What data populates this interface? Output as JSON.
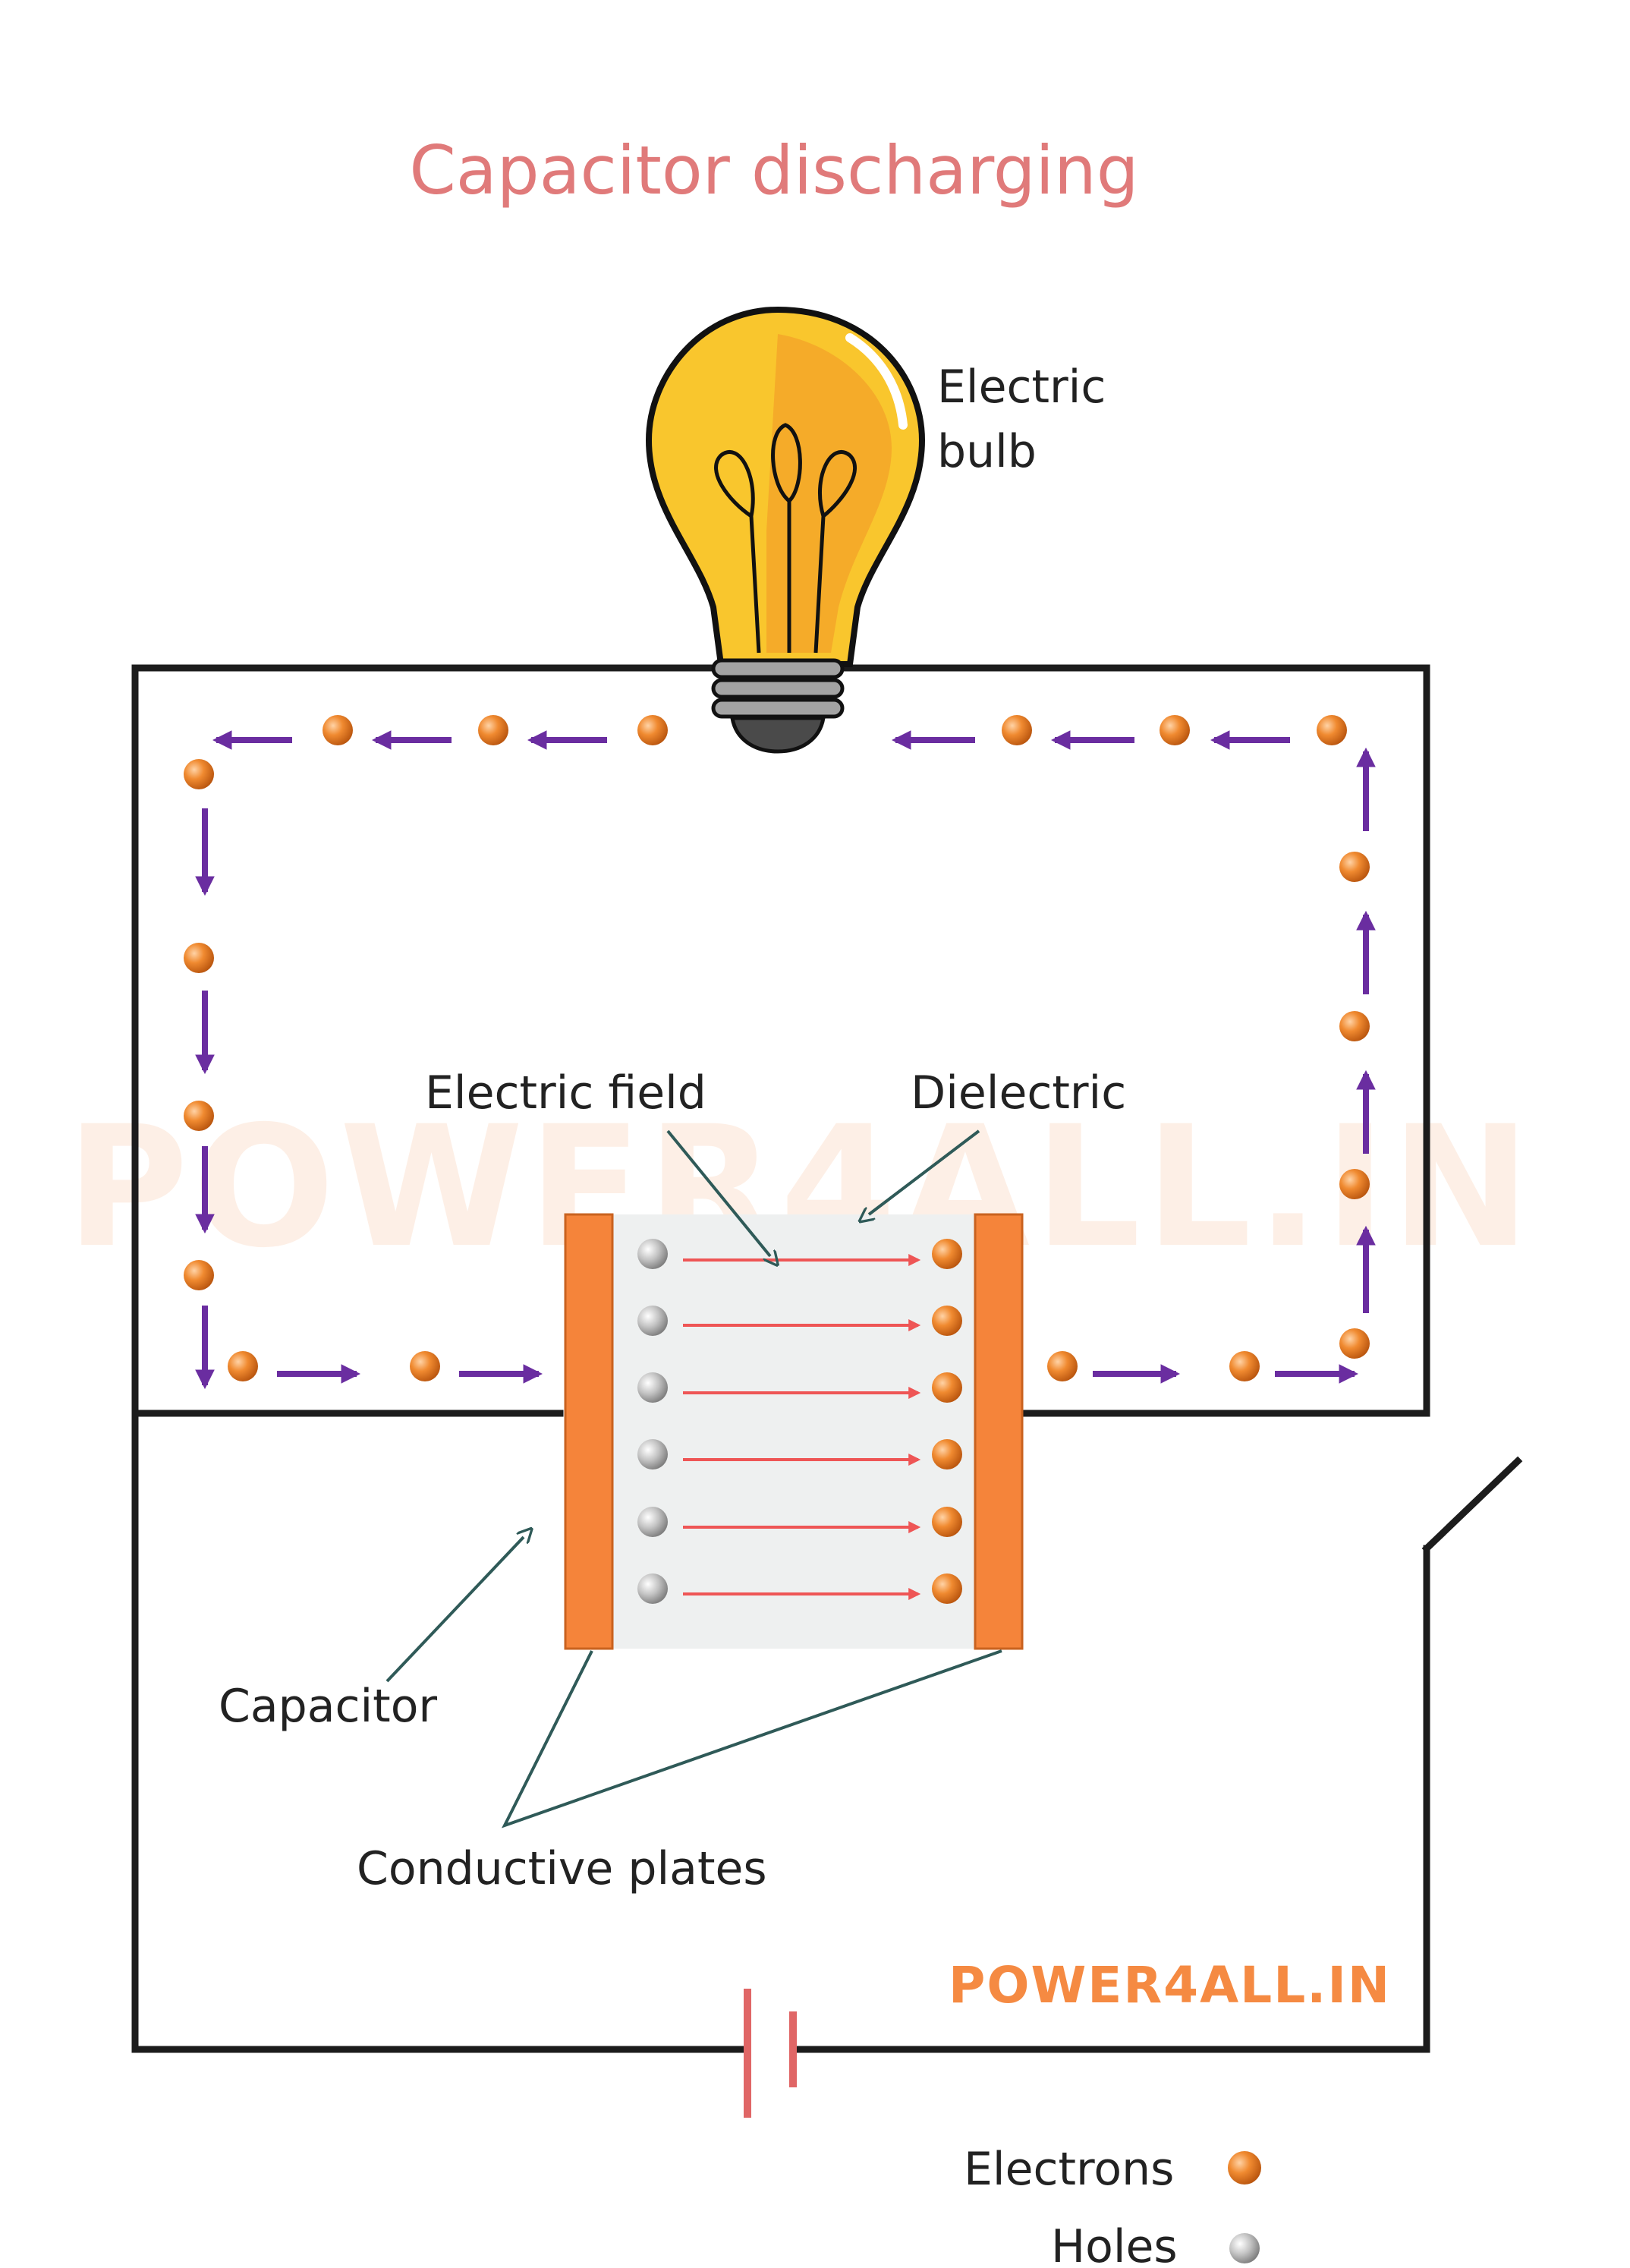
{
  "title": "Capacitor discharging",
  "labels": {
    "bulb_line1": "Electric",
    "bulb_line2": "bulb",
    "electric_field": "Electric field",
    "dielectric": "Dielectric",
    "capacitor": "Capacitor",
    "conductive_plates": "Conductive plates"
  },
  "watermark": "POWER4ALL.IN",
  "brand": "POWER4ALL.IN",
  "legend": {
    "electrons": "Electrons",
    "holes": "Holes"
  },
  "colors": {
    "electron": "#f08a30",
    "hole": "#c8c8c8",
    "arrow": "#6a2da0",
    "field": "#ee5555",
    "plate": "#f5843a",
    "wire": "#1c1c1c",
    "battery": "#e06666",
    "bulb": "#f9c62d",
    "dielectric": "#eef0f0"
  },
  "icons": [
    "light-bulb-icon",
    "battery-icon",
    "switch-icon"
  ]
}
